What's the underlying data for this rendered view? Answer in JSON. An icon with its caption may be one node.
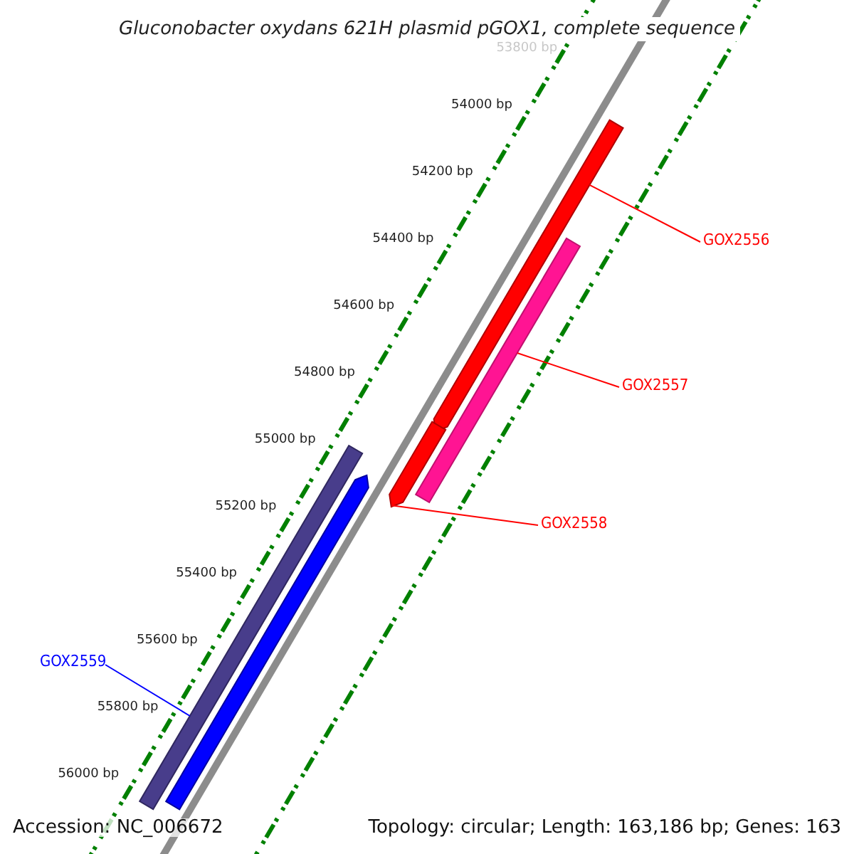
{
  "diagram": {
    "title": "Gluconobacter oxydans 621H plasmid pGOX1, complete sequence",
    "nodes": [
      {
        "text": [
          "GOX2556"
        ]
      },
      {
        "text": [],
        "shape": "bar"
      },
      {
        "text": [
          "GOX2557"
        ]
      },
      {
        "text": [],
        "shape": "bar"
      },
      {
        "text": [
          "GOX2558"
        ]
      },
      {
        "text": [],
        "shape": "bar"
      },
      {
        "text": [
          "GOX2559"
        ]
      },
      {
        "text": [],
        "shape": "bar"
      },
      {
        "text": [],
        "shape": "bar"
      }
    ],
    "edges": [
      {
        "from": 0,
        "to": 1,
        "arrow": "none"
      },
      {
        "from": 2,
        "to": 3,
        "arrow": "none"
      },
      {
        "from": 4,
        "to": 5,
        "arrow": "none"
      },
      {
        "from": 6,
        "to": 7,
        "arrow": "none",
        "color": "#0000ff"
      }
    ],
    "labels": [
      "53800 bp",
      "54000 bp",
      "54200 bp",
      "54400 bp",
      "54600 bp",
      "54800 bp",
      "55000 bp",
      "55200 bp",
      "55400 bp",
      "55600 bp",
      "55800 bp",
      "56000 bp",
      "Accession: NC_006672",
      "Topology: circular; Length: 163,186 bp; Genes: 163"
    ]
  }
}
